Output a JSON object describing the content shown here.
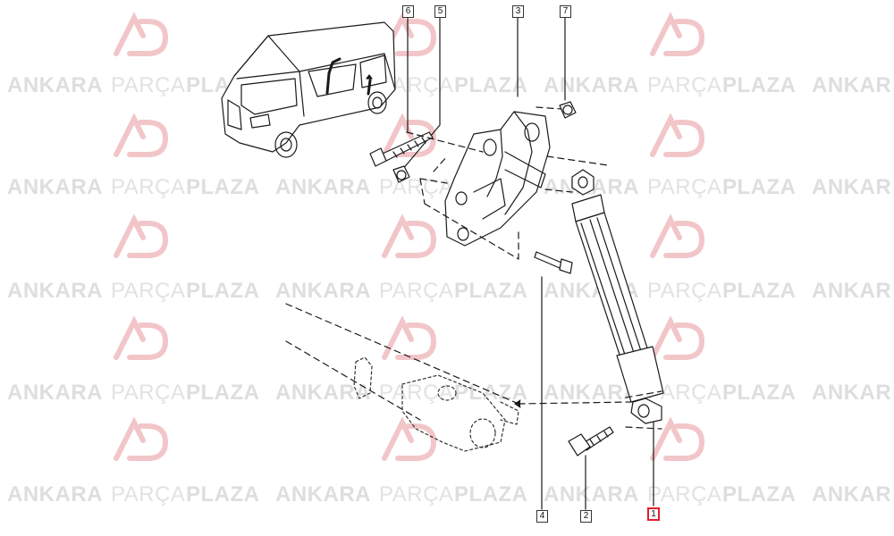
{
  "watermark": {
    "word1": "ANKARA",
    "word2": "PARÇA",
    "word3": "PLAZA",
    "truncated_word1": "ANKAR",
    "logo_letters": "AP",
    "colors": {
      "text": "#dedede",
      "logo": "#f3c9cc"
    }
  },
  "callouts": {
    "c1": "1",
    "c2": "2",
    "c3": "3",
    "c4": "4",
    "c5": "5",
    "c6": "6",
    "c7": "7"
  },
  "selected_callout": "1",
  "colors": {
    "line": "#1a1a1a",
    "highlight": "#e0202a",
    "background": "#ffffff"
  }
}
